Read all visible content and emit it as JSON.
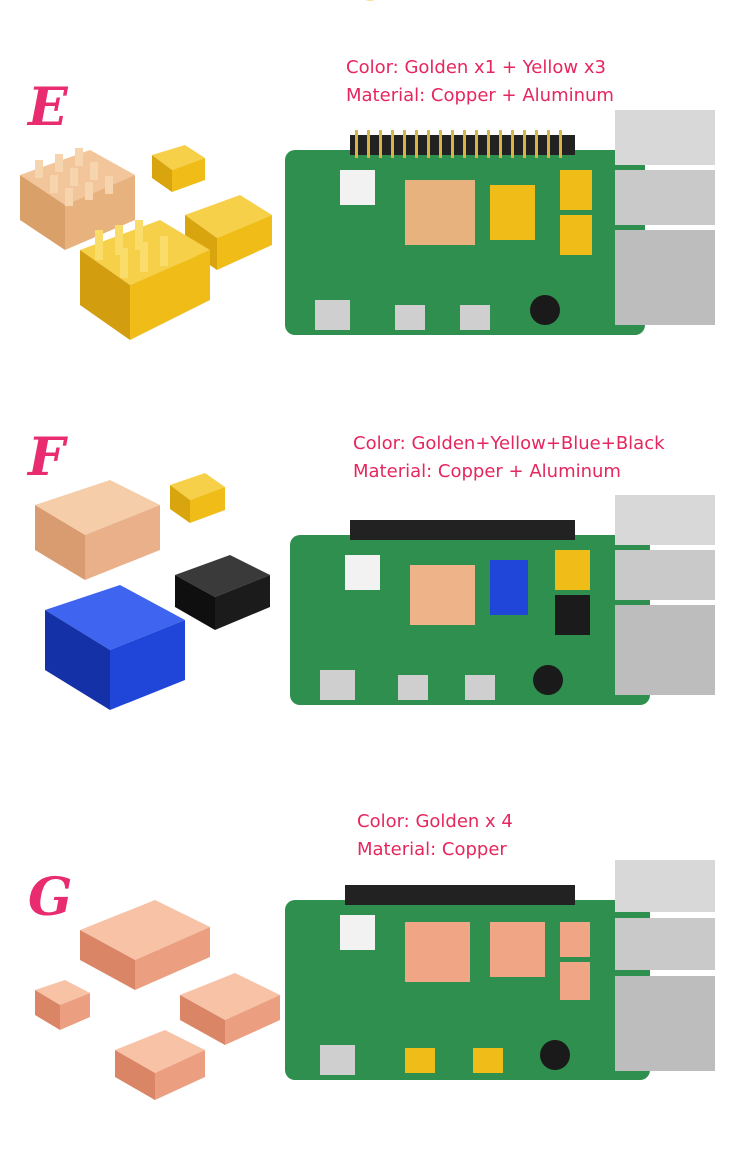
{
  "variants": [
    {
      "letter": "E",
      "color_line": "Color: Golden x1 + Yellow x3",
      "material_line": "Material: Copper + Aluminum",
      "heatsink_colors": [
        "#e9b07a",
        "#f4c21a",
        "#f4c21a",
        "#f4c21a"
      ]
    },
    {
      "letter": "F",
      "color_line": "Color: Golden+Yellow+Blue+Black",
      "material_line": "Material: Copper + Aluminum",
      "heatsink_colors": [
        "#eeb389",
        "#f4c21a",
        "#1f46d9",
        "#1b1b1b"
      ]
    },
    {
      "letter": "G",
      "color_line": "Color: Golden x 4",
      "material_line": "Material: Copper",
      "heatsink_colors": [
        "#f0a584",
        "#f0a584",
        "#f0a584",
        "#f0a584"
      ]
    }
  ],
  "colors": {
    "accent": "#e6265e",
    "board_green": "#2f8f4e"
  }
}
